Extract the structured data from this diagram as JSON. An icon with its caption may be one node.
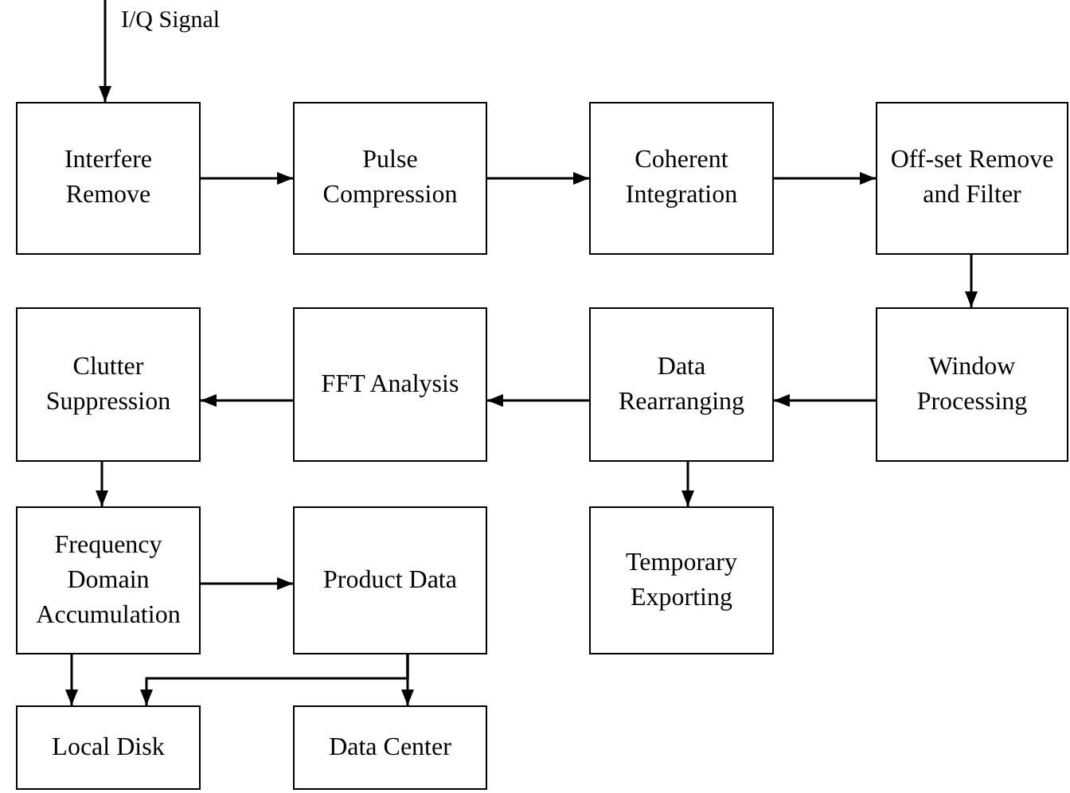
{
  "diagram": {
    "nodes": [
      {
        "text": [
          "Interfere Remove"
        ]
      },
      {
        "text": [
          "Pulse Compression"
        ]
      },
      {
        "text": [
          "Coherent Integration"
        ]
      },
      {
        "text": [
          "Off-set Remove and Filter"
        ]
      },
      {
        "text": [
          "Clutter Suppression"
        ]
      },
      {
        "text": [
          "FFT Analysis"
        ]
      },
      {
        "text": [
          "Data Rearranging"
        ]
      },
      {
        "text": [
          "Window Processing"
        ]
      },
      {
        "text": [
          "Frequency Domain Accumulation"
        ]
      },
      {
        "text": [
          "Product Data"
        ]
      },
      {
        "text": [
          "Temporary Exporting"
        ]
      },
      {
        "text": [
          "Local Disk"
        ]
      },
      {
        "text": [
          "Data Center"
        ]
      }
    ],
    "edges": [
      {
        "from": null,
        "to": 0,
        "arrow": "to",
        "label": "I/Q Signal"
      },
      {
        "from": 0,
        "to": 1,
        "arrow": "to"
      },
      {
        "from": 1,
        "to": 2,
        "arrow": "to"
      },
      {
        "from": 2,
        "to": 3,
        "arrow": "to"
      },
      {
        "from": 3,
        "to": 7,
        "arrow": "to"
      },
      {
        "from": 7,
        "to": 6,
        "arrow": "to"
      },
      {
        "from": 6,
        "to": 5,
        "arrow": "to"
      },
      {
        "from": 5,
        "to": 4,
        "arrow": "to"
      },
      {
        "from": 4,
        "to": 8,
        "arrow": "to"
      },
      {
        "from": 8,
        "to": 9,
        "arrow": "to"
      },
      {
        "from": 6,
        "to": 10,
        "arrow": "to"
      },
      {
        "from": 8,
        "to": 11,
        "arrow": "to"
      },
      {
        "from": 9,
        "to": 12,
        "arrow": "to"
      },
      {
        "from": 9,
        "to": 11,
        "arrow": "to"
      }
    ]
  }
}
